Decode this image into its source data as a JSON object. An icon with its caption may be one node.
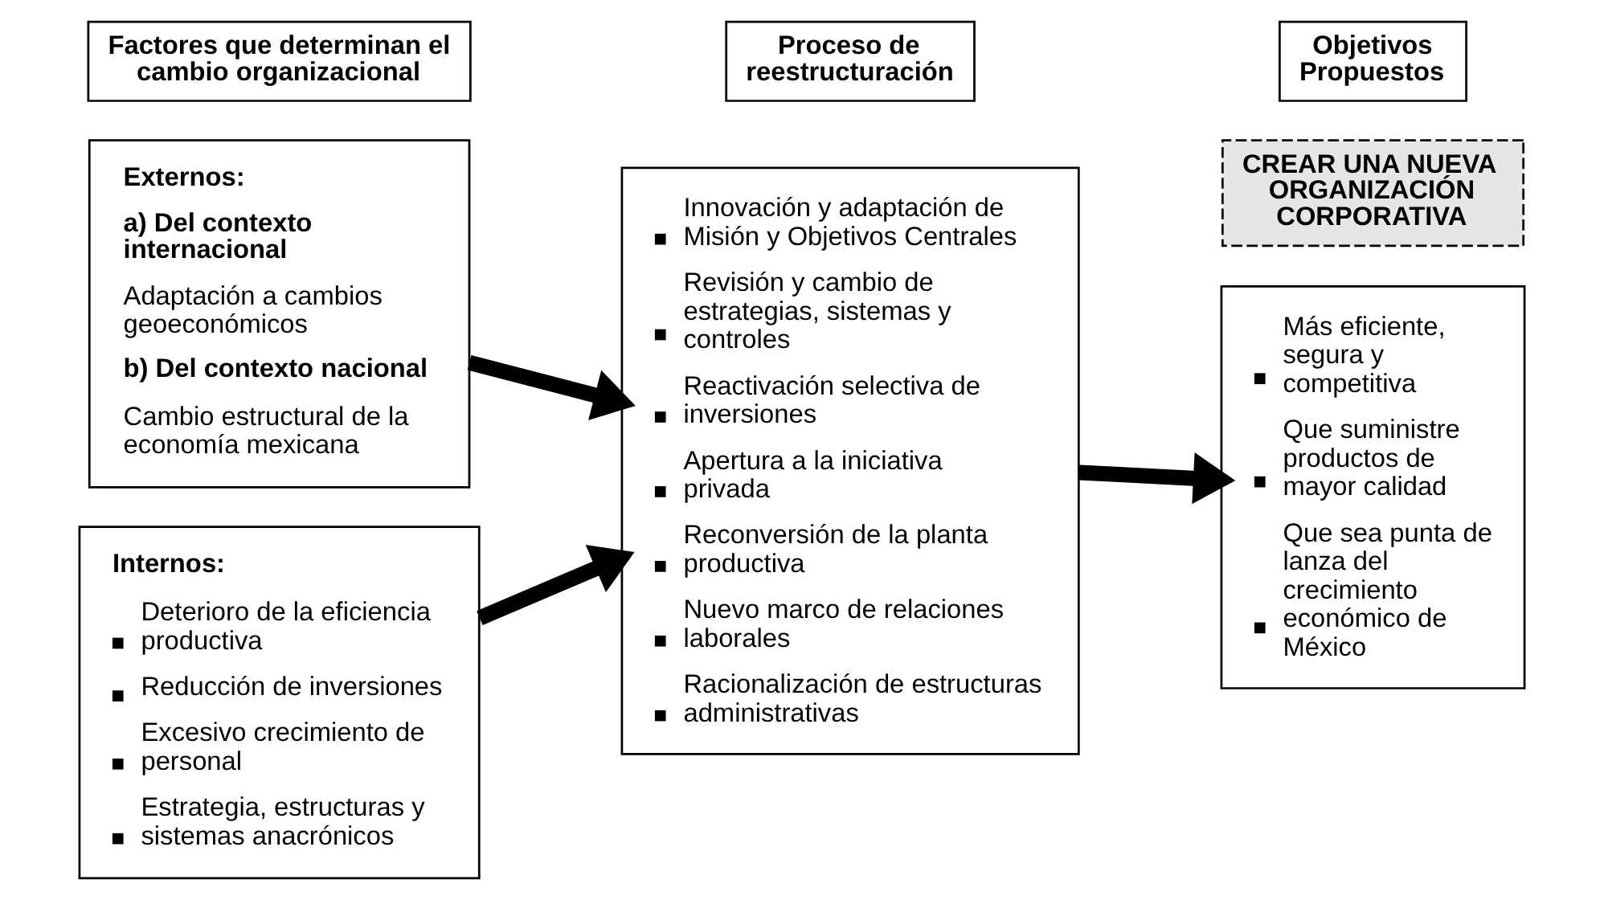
{
  "diagram": {
    "nodes": [
      {
        "text": [
          "Factores que determinan el cambio organizacional"
        ]
      },
      {
        "text": [
          "Proceso de reestructuración"
        ]
      },
      {
        "text": [
          "Objetivos Propuestos"
        ]
      },
      {
        "text": [
          "Externos:",
          "a) Del contexto internacional",
          "Adaptación a cambios geoeconómicos",
          "b) Del contexto nacional",
          "Cambio estructural de la economía mexicana"
        ]
      },
      {
        "text": [
          "Internos:",
          "Deterioro de la eficiencia productiva",
          "Reducción de inversiones",
          "Excesivo crecimiento de personal",
          "Estrategia, estructuras y sistemas anacrónicos"
        ]
      },
      {
        "text": [
          "Innovación y adaptación de Misión y Objetivos Centrales",
          "Revisión y cambio de estrategias, sistemas y controles",
          "Reactivación selectiva de inversiones",
          "Apertura a la iniciativa privada",
          "Reconversión de la planta productiva",
          "Nuevo marco de relaciones laborales",
          "Racionalización de estructuras administrativas"
        ]
      },
      {
        "text": [
          "CREAR UNA NUEVA ORGANIZACIÓN CORPORATIVA"
        ]
      },
      {
        "text": [
          "Más eficiente, segura y competitiva",
          "Que suministre productos de mayor calidad",
          "Que sea punta de lanza del crecimiento económico de México"
        ]
      }
    ],
    "edges": [
      {
        "from": 3,
        "to": 5,
        "arrow": "to"
      },
      {
        "from": 4,
        "to": 5,
        "arrow": "to"
      },
      {
        "from": 5,
        "to": 7,
        "arrow": "to"
      }
    ]
  }
}
